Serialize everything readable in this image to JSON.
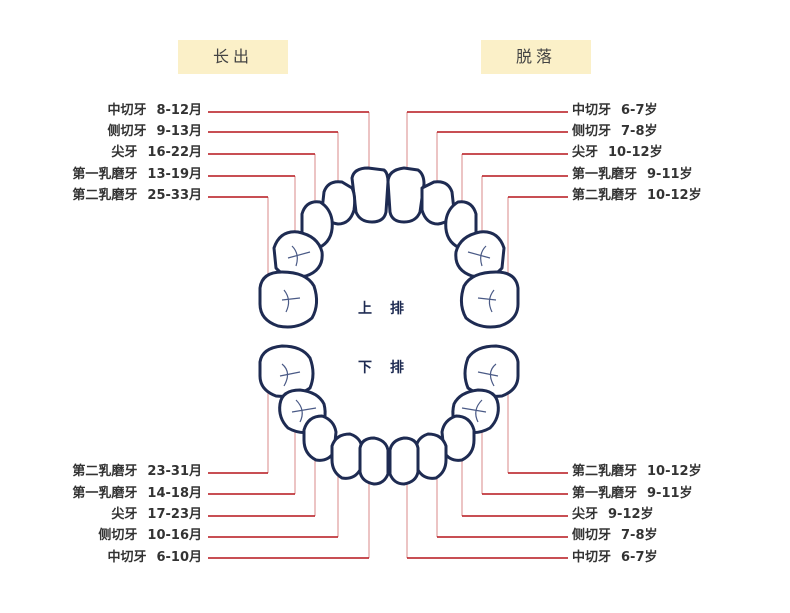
{
  "headers": {
    "grow": "长出",
    "shed": "脱落"
  },
  "center": {
    "upper": "上排",
    "lower": "下排"
  },
  "upper_left": [
    {
      "name": "中切牙",
      "age": "8-12月"
    },
    {
      "name": "侧切牙",
      "age": "9-13月"
    },
    {
      "name": "尖牙",
      "age": "16-22月"
    },
    {
      "name": "第一乳磨牙",
      "age": "13-19月"
    },
    {
      "name": "第二乳磨牙",
      "age": "25-33月"
    }
  ],
  "upper_right": [
    {
      "name": "中切牙",
      "age": "6-7岁"
    },
    {
      "name": "侧切牙",
      "age": "7-8岁"
    },
    {
      "name": "尖牙",
      "age": "10-12岁"
    },
    {
      "name": "第一乳磨牙",
      "age": "9-11岁"
    },
    {
      "name": "第二乳磨牙",
      "age": "10-12岁"
    }
  ],
  "lower_left": [
    {
      "name": "第二乳磨牙",
      "age": "23-31月"
    },
    {
      "name": "第一乳磨牙",
      "age": "14-18月"
    },
    {
      "name": "尖牙",
      "age": "17-23月"
    },
    {
      "name": "侧切牙",
      "age": "10-16月"
    },
    {
      "name": "中切牙",
      "age": "6-10月"
    }
  ],
  "lower_right": [
    {
      "name": "第二乳磨牙",
      "age": "10-12岁"
    },
    {
      "name": "第一乳磨牙",
      "age": "9-11岁"
    },
    {
      "name": "尖牙",
      "age": "9-12岁"
    },
    {
      "name": "侧切牙",
      "age": "7-8岁"
    },
    {
      "name": "中切牙",
      "age": "6-7岁"
    }
  ],
  "colors": {
    "line": "#b5151c",
    "tooth_stroke": "#1e2b52",
    "tooth_fill": "#ffffff",
    "header_bg": "#fbf0c8",
    "vline": "#e1a5a5"
  }
}
